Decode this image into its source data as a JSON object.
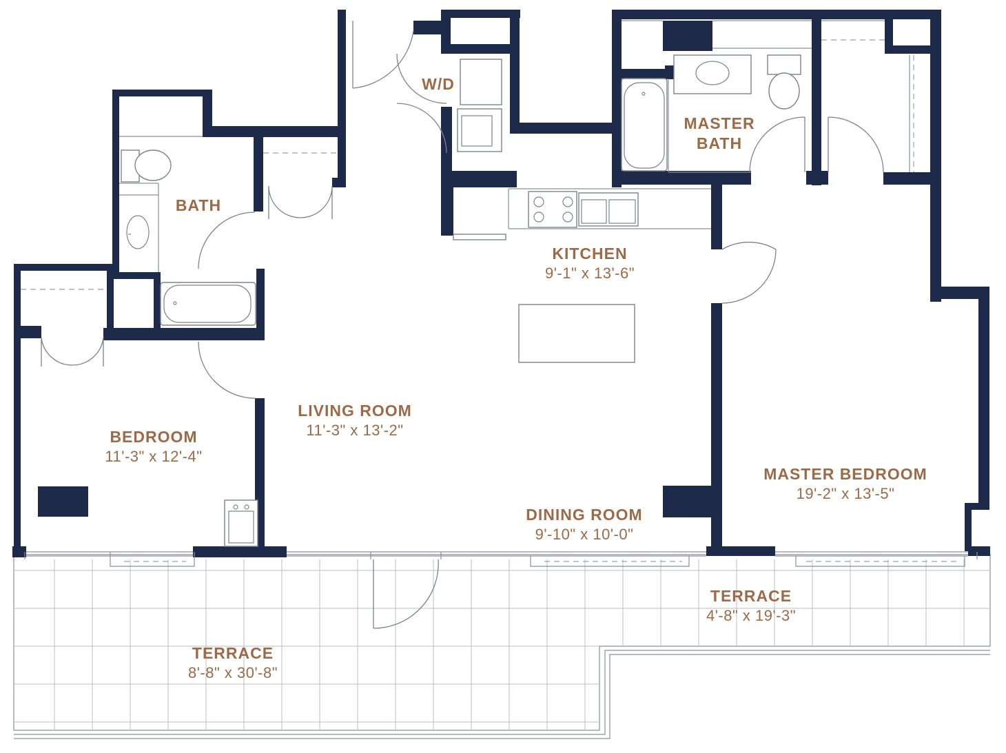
{
  "rooms": {
    "wd": {
      "name": "W/D"
    },
    "bath": {
      "name": "BATH"
    },
    "master_bath": {
      "name_line1": "MASTER",
      "name_line2": "BATH"
    },
    "kitchen": {
      "name": "KITCHEN",
      "dims": "9'-1\" x 13'-6\""
    },
    "living_room": {
      "name": "LIVING ROOM",
      "dims": "11'-3\" x 13'-2\""
    },
    "bedroom": {
      "name": "BEDROOM",
      "dims": "11'-3\" x 12'-4\""
    },
    "master_bedroom": {
      "name": "MASTER BEDROOM",
      "dims": "19'-2\" x 13'-5\""
    },
    "dining_room": {
      "name": "DINING ROOM",
      "dims": "9'-10\" x 10'-0\""
    },
    "terrace_small": {
      "name": "TERRACE",
      "dims": "4'-8\" x 19'-3\""
    },
    "terrace_large": {
      "name": "TERRACE",
      "dims": "8'-8\" x 30'-8\""
    }
  },
  "colors": {
    "wall": "#1d2a4a",
    "label": "#9c6a47",
    "fixture_line": "#7d828c"
  }
}
